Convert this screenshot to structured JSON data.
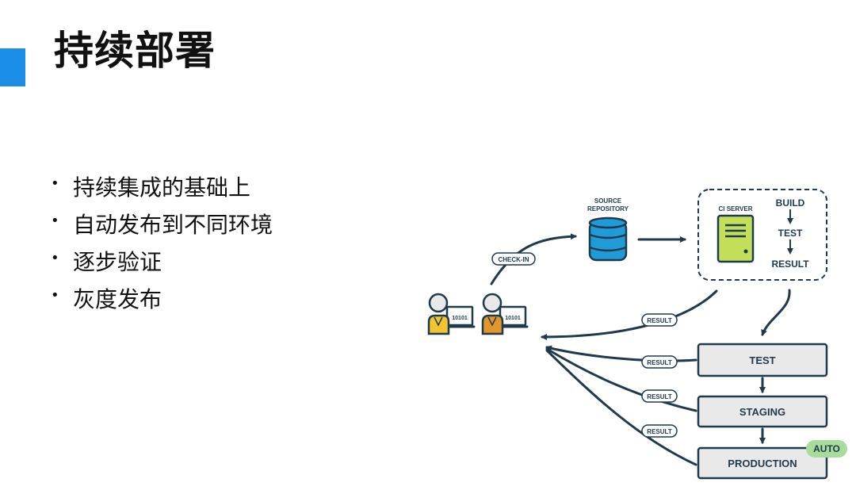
{
  "slide": {
    "title": "持续部署",
    "bullets": [
      "持续集成的基础上",
      "自动发布到不同环境",
      "逐步验证",
      "灰度发布"
    ]
  },
  "diagram": {
    "source_repository": [
      "SOURCE",
      "REPOSITORY"
    ],
    "ci_server": "CI SERVER",
    "ci_steps": [
      "BUILD",
      "TEST",
      "RESULT"
    ],
    "check_in": "CHECK-IN",
    "result_label": "RESULT",
    "developer_screen_text": "10101",
    "environments": [
      "TEST",
      "STAGING",
      "PRODUCTION"
    ],
    "auto_badge": "AUTO",
    "colors": {
      "accent": "#1a8ee8",
      "line": "#1e3a4c",
      "database": "#1f9bd8",
      "server": "#c3df5a",
      "env_fill": "#e9e9e9",
      "auto_badge": "#a7dc9b",
      "dev_shirt_1": "#f4c430",
      "dev_shirt_2": "#e0962a"
    }
  }
}
